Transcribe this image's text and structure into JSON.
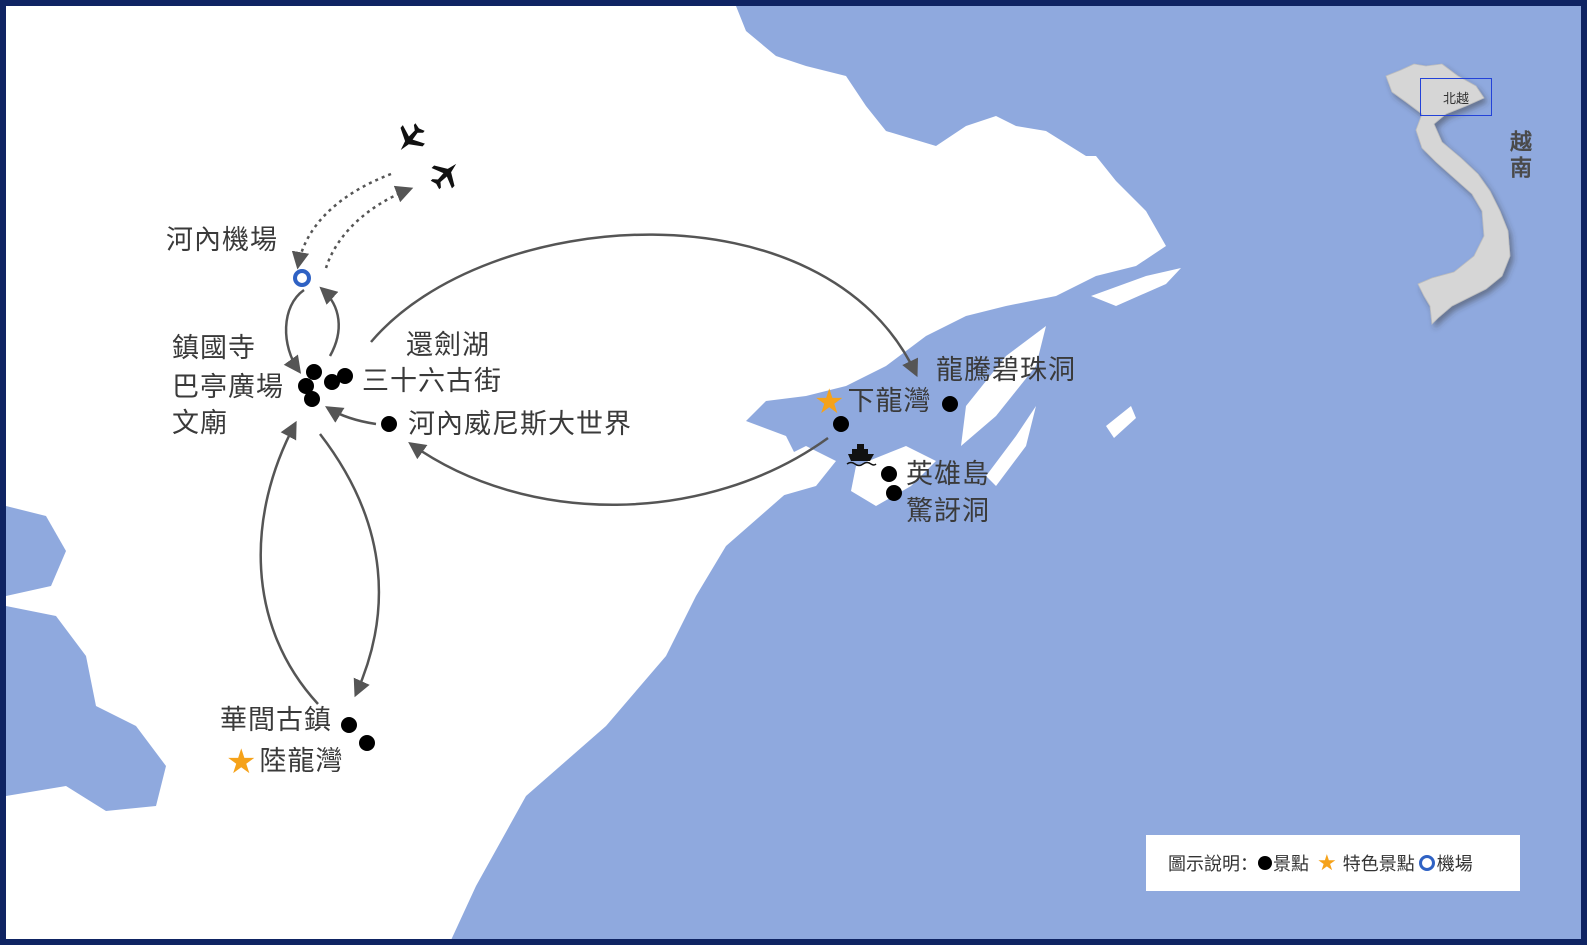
{
  "map": {
    "labels": {
      "airport": "河內機場",
      "temple": "鎮國寺",
      "square": "巴亭廣場",
      "literature": "文廟",
      "lake": "還劍湖",
      "streets": "三十六古街",
      "vinwonders": "河內威尼斯大世界",
      "halong": "下龍灣",
      "dragon_cave": "龍騰碧珠洞",
      "hero_island": "英雄島",
      "surprise_cave": "驚訝洞",
      "hoalu": "華閭古鎮",
      "land_halong": "陸龍灣"
    },
    "inset": {
      "region": "北越",
      "country": "越南"
    },
    "icons": [
      "airplane-icon",
      "ship-icon",
      "star-icon",
      "dot-icon",
      "airport-ring-icon"
    ],
    "colors": {
      "sea": "#8fa9de",
      "land": "#ffffff",
      "star": "#f5a21a",
      "airport": "#2f62c4",
      "frame": "#0f2463",
      "route": "#555555"
    }
  },
  "legend": {
    "title": "圖示說明：",
    "spot": "景點",
    "feature_spot": "特色景點",
    "airport": "機場"
  }
}
